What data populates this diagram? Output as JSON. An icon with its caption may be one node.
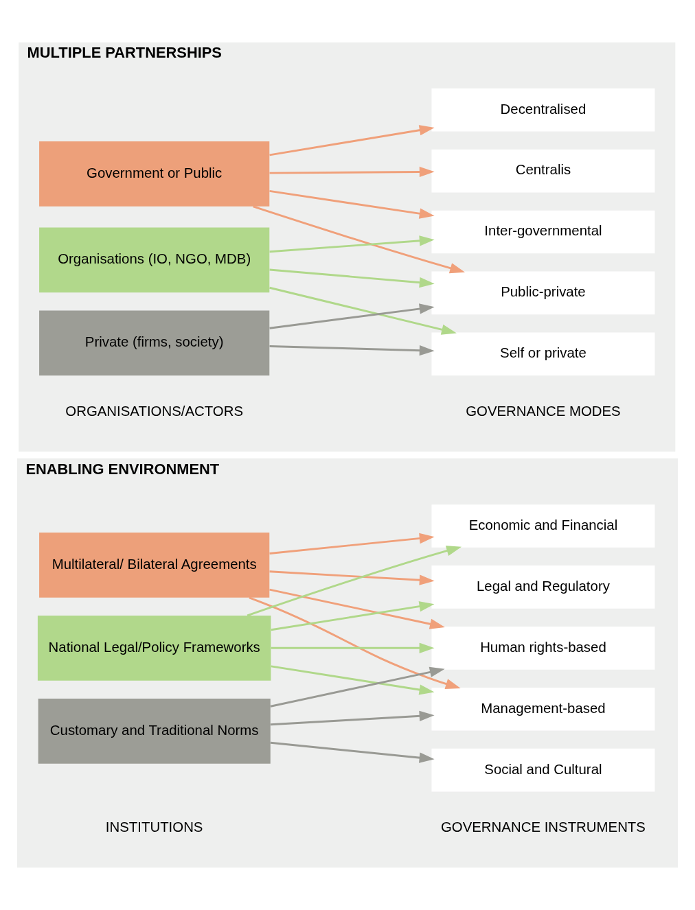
{
  "diagram": {
    "nodes": [
      {
        "text": [
          "ENABLING ENVIRONMENT"
        ]
      },
      {
        "text": [
          "Multilateral/ Bilateral Agreements"
        ],
        "in": 0
      },
      {
        "text": [
          "National Legal/Policy Frameworks"
        ],
        "in": 0
      },
      {
        "text": [
          "Customary and Traditional Norms"
        ],
        "in": 0
      },
      {
        "text": [
          "Legal and Regulatory"
        ],
        "in": 0
      },
      {
        "text": [
          "Economic and Financial"
        ],
        "in": 0
      },
      {
        "text": [
          "Management-based"
        ],
        "in": 0
      },
      {
        "text": [
          "Human rights-based"
        ],
        "in": 0
      },
      {
        "text": [
          "Social and Cultural"
        ],
        "in": 0
      },
      {
        "text": [
          "MULTIPLE PARTNERSHIPS"
        ]
      },
      {
        "text": [
          "Government or Public"
        ],
        "in": 9
      },
      {
        "text": [
          "Organisations (IO, NGO, MDB)"
        ],
        "in": 9
      },
      {
        "text": [
          "Private (firms, society)"
        ],
        "in": 9
      },
      {
        "text": [
          "Inter-governmental"
        ],
        "in": 9
      },
      {
        "text": [
          "Centralis"
        ],
        "in": 9
      },
      {
        "text": [
          "Decentralised"
        ],
        "in": 9
      },
      {
        "text": [
          "Public-private"
        ],
        "in": 9
      },
      {
        "text": [
          "Self or private"
        ],
        "in": 9
      }
    ],
    "edges": [
      {
        "from": 1,
        "to": 4,
        "arrow": "to",
        "color": "#f0a07a"
      },
      {
        "from": 1,
        "to": 5,
        "arrow": "to",
        "color": "#f0a07a"
      },
      {
        "from": 1,
        "to": 6,
        "arrow": "to",
        "color": "#f0a07a"
      },
      {
        "from": 1,
        "to": 7,
        "arrow": "to",
        "color": "#f0a07a"
      },
      {
        "from": 2,
        "to": 4,
        "arrow": "to",
        "color": "#b0d88a"
      },
      {
        "from": 2,
        "to": 5,
        "arrow": "to",
        "color": "#b0d88a"
      },
      {
        "from": 2,
        "to": 6,
        "arrow": "to",
        "color": "#b0d88a"
      },
      {
        "from": 2,
        "to": 7,
        "arrow": "to",
        "color": "#b0d88a"
      },
      {
        "from": 3,
        "to": 6,
        "arrow": "to",
        "color": "#999a94"
      },
      {
        "from": 3,
        "to": 7,
        "arrow": "to",
        "color": "#999a94"
      },
      {
        "from": 3,
        "to": 8,
        "arrow": "to",
        "color": "#999a94"
      },
      {
        "from": 10,
        "to": 13,
        "arrow": "to",
        "color": "#f0a07a"
      },
      {
        "from": 10,
        "to": 14,
        "arrow": "to",
        "color": "#f0a07a"
      },
      {
        "from": 10,
        "to": 15,
        "arrow": "to",
        "color": "#f0a07a"
      },
      {
        "from": 10,
        "to": 16,
        "arrow": "to",
        "color": "#f0a07a"
      },
      {
        "from": 11,
        "to": 13,
        "arrow": "to",
        "color": "#b0d88a"
      },
      {
        "from": 11,
        "to": 16,
        "arrow": "to",
        "color": "#b0d88a"
      },
      {
        "from": 11,
        "to": 17,
        "arrow": "to",
        "color": "#b0d88a"
      },
      {
        "from": 12,
        "to": 16,
        "arrow": "to",
        "color": "#999a94"
      },
      {
        "from": 12,
        "to": 17,
        "arrow": "to",
        "color": "#999a94"
      }
    ],
    "labels": [
      "INSTITUTIONS",
      "GOVERNANCE INSTRUMENTS",
      "ORGANISATIONS/ACTORS",
      "GOVERNANCE MODES"
    ]
  }
}
